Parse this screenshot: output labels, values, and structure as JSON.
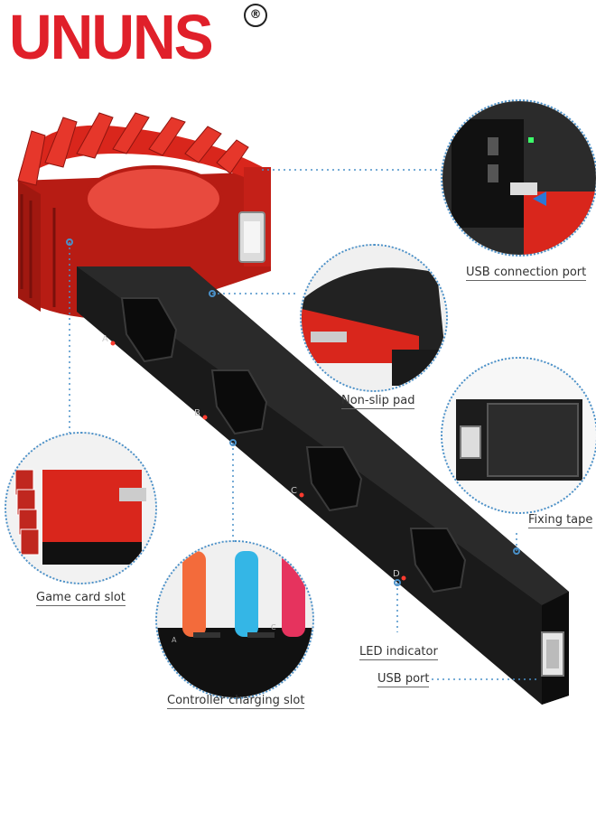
{
  "brand": {
    "name": "UNUNS",
    "registered_mark": "®"
  },
  "product": {
    "slot_letters": [
      "A",
      "B",
      "C",
      "D"
    ],
    "colors": {
      "body": "#141414",
      "accent": "#d9261c",
      "led": "#ff3b2f",
      "callout_line": "#4a90c8"
    }
  },
  "callouts": {
    "usb_connection_port": "USB connection port",
    "non_slip_pad": "Non-slip pad",
    "fixing_tape": "Fixing tape",
    "game_card_slot": "Game card slot",
    "led_indicator": "LED indicator",
    "usb_port": "USB port",
    "controller_charging_slot": "Controller charging slot"
  },
  "inset_letters": {
    "left": "A",
    "right": "C"
  }
}
